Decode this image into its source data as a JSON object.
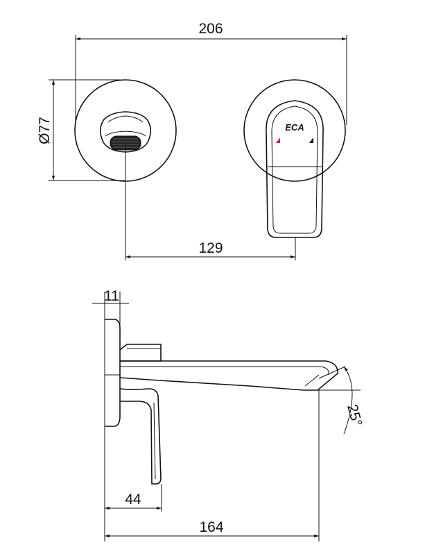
{
  "dimensions": {
    "overall_width": "206",
    "plate_diameter": "Ø77",
    "spout_to_handle": "129",
    "plate_thickness": "11",
    "handle_offset": "44",
    "spout_projection": "164",
    "spout_angle": "25°"
  },
  "logo": {
    "text": "ECA"
  },
  "colors": {
    "line": "#111111",
    "hot_indicator": "#d6202a",
    "cold_indicator": "#111111"
  }
}
